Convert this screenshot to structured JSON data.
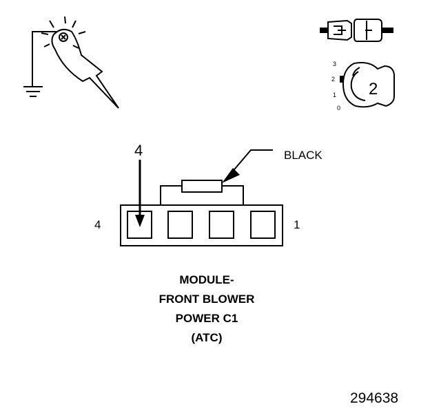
{
  "wire_color_label": "BLACK",
  "connector": {
    "pin_left_label": "4",
    "pin_right_label": "1",
    "test_pin_label": "4",
    "cavities": 4
  },
  "caption": {
    "line1": "MODULE-",
    "line2": "FRONT BLOWER",
    "line3": "POWER C1",
    "line4": "(ATC)"
  },
  "ignition_switch": {
    "positions": [
      "3",
      "2",
      "1",
      "0"
    ],
    "key_position": "2"
  },
  "figure_number": "294638",
  "icons": {
    "test_light": "test-light-icon",
    "ground": "ground-icon",
    "connector_disconnect": "disconnect-icon",
    "ignition": "ignition-switch-icon"
  }
}
